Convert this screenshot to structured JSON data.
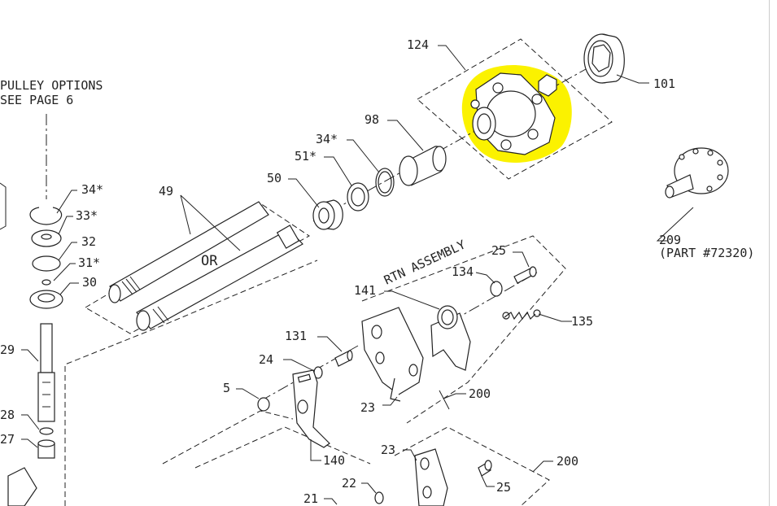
{
  "diagram": {
    "notes": {
      "pulley_line1": "PULLEY OPTIONS",
      "pulley_line2": "SEE PAGE 6",
      "or": "OR",
      "rtn_assembly": "RTN ASSEMBLY",
      "part_ref": "(PART #72320)"
    },
    "callouts": {
      "c124": "124",
      "c101": "101",
      "c98": "98",
      "c34a": "34*",
      "c51": "51*",
      "c50": "50",
      "c49": "49",
      "c34b": "34*",
      "c33": "33*",
      "c32": "32",
      "c31": "31*",
      "c30": "30",
      "c29": "29",
      "c28": "28",
      "c27": "27",
      "c209": "209",
      "c25a": "25",
      "c134": "134",
      "c141": "141",
      "c135": "135",
      "c131": "131",
      "c24": "24",
      "c5": "5",
      "c23a": "23",
      "c200a": "200",
      "c140": "140",
      "c23b": "23",
      "c200b": "200",
      "c22": "22",
      "c25b": "25",
      "c21": "21"
    },
    "highlight_color": "#fbf200"
  }
}
